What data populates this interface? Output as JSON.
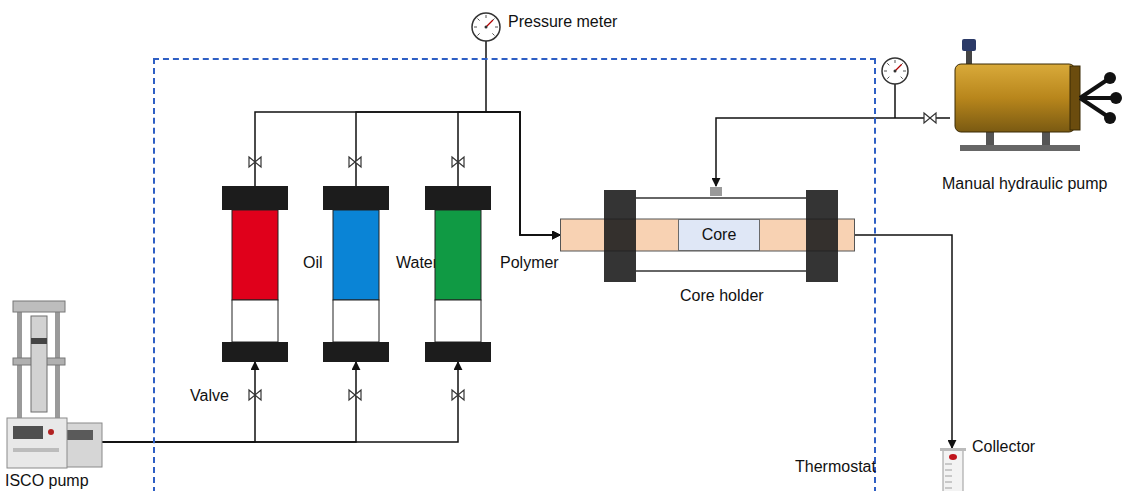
{
  "diagram": {
    "nodes": [
      {
        "text": [
          "ISCO pump"
        ]
      },
      {
        "text": [
          "Thermostat"
        ]
      },
      {
        "text": [
          "Oil"
        ],
        "in": 1
      },
      {
        "text": [
          "Water"
        ],
        "in": 1
      },
      {
        "text": [
          "Polymer"
        ],
        "in": 1
      },
      {
        "text": [
          "Core holder"
        ],
        "in": 1
      },
      {
        "text": [
          "Core"
        ],
        "in": 5
      },
      {
        "text": [
          "Manual hydraulic pump"
        ]
      },
      {
        "text": [
          "Collector"
        ]
      }
    ],
    "edges": [
      {
        "from": 0,
        "to": 2,
        "arrow": "to"
      },
      {
        "from": 0,
        "to": 3,
        "arrow": "to"
      },
      {
        "from": 0,
        "to": 4,
        "arrow": "to"
      },
      {
        "from": 2,
        "to": 5,
        "arrow": "to"
      },
      {
        "from": 3,
        "to": 5,
        "arrow": "to"
      },
      {
        "from": 4,
        "to": 5,
        "arrow": "to"
      },
      {
        "from": 7,
        "to": 5,
        "arrow": "to"
      },
      {
        "from": 5,
        "to": 8,
        "arrow": "to"
      }
    ],
    "labels": [
      "Pressure meter",
      "Valve"
    ]
  }
}
